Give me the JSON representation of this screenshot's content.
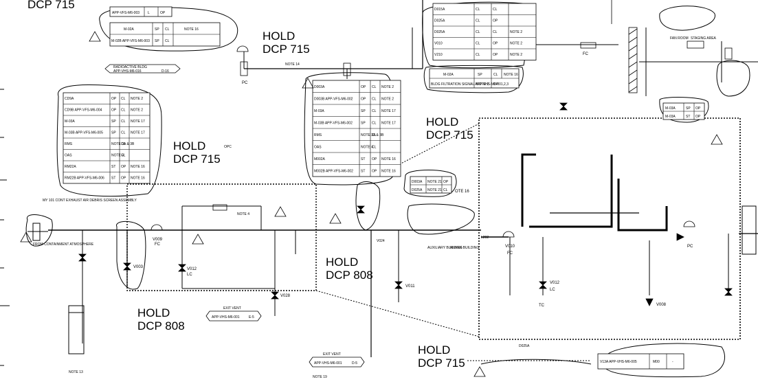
{
  "holds": [
    {
      "id": "h1",
      "line1": "",
      "line2": "DCP 715"
    },
    {
      "id": "h2",
      "line1": "HOLD",
      "line2": "DCP 715"
    },
    {
      "id": "h3",
      "line1": "HOLD",
      "line2": "DCP 715"
    },
    {
      "id": "h4",
      "line1": "HOLD",
      "line2": "DCP 715"
    },
    {
      "id": "h5",
      "line1": "HOLD",
      "line2": "DCP 808"
    },
    {
      "id": "h6",
      "line1": "HOLD",
      "line2": "DCP 808"
    },
    {
      "id": "h7",
      "line1": "HOLD",
      "line2": "DCP 715"
    }
  ],
  "tables": {
    "t_top_small": {
      "rows": [
        [
          "APP-VFS-M6-003",
          "L",
          "OP"
        ]
      ]
    },
    "t_top_left": {
      "rows": [
        [
          "M-02A",
          "SP",
          "CL",
          "NOTE 16"
        ],
        [
          "M-02B APP-VFS-M6-003",
          "SP",
          "CL",
          ""
        ]
      ]
    },
    "t_left": {
      "rows": [
        [
          "CD9A",
          "OP",
          "CL",
          "NOTE 2"
        ],
        [
          "CD9B APP-VFS-M6-004",
          "OP",
          "CL",
          "NOTE 2"
        ],
        [
          "M-03A",
          "SP",
          "CL",
          "NOTE 17"
        ],
        [
          "M-03B APP-VFS-M6-005",
          "SP",
          "CL",
          "NOTE 17"
        ],
        [
          "RMS",
          "NOTE 3A & 3B",
          "CL",
          ""
        ],
        [
          "OAS",
          "NOTE 4",
          "CL",
          ""
        ],
        [
          "RM22A",
          "ST",
          "OP",
          "NOTE 16"
        ],
        [
          "RM22B APP-VFS-M6-006",
          "ST",
          "OP",
          "NOTE 16"
        ]
      ]
    },
    "t_center": {
      "rows": [
        [
          "D003A",
          "OP",
          "CL",
          "NOTE 2"
        ],
        [
          "D003B APP-VFS-M6-002",
          "OP",
          "CL",
          "NOTE 2"
        ],
        [
          "M-03A",
          "SP",
          "CL",
          "NOTE 17"
        ],
        [
          "M-03B APP-VFS-M6-002",
          "SP",
          "CL",
          "NOTE 17"
        ],
        [
          "RMS",
          "NOTE 3A & 3B",
          "CL",
          ""
        ],
        [
          "OAS",
          "NOTE 4",
          "CL",
          ""
        ],
        [
          "M002A",
          "ST",
          "OP",
          "NOTE 16"
        ],
        [
          "M002B APP-VFS-M6-002",
          "ST",
          "OP",
          "NOTE 16"
        ]
      ]
    },
    "t_top_right": {
      "rows": [
        [
          "D015A",
          "CL",
          "CL",
          ""
        ],
        [
          "D025A",
          "CL",
          "OP",
          ""
        ],
        [
          "D025A",
          "CL",
          "CL",
          "NOTE 2"
        ],
        [
          "V010",
          "CL",
          "OP",
          "NOTE 2"
        ],
        [
          "V210",
          "CL",
          "OP",
          "NOTE 2"
        ]
      ]
    },
    "t_top_right2": {
      "rows": [
        [
          "M-02A",
          "SP",
          "CL",
          "NOTE 16"
        ],
        [
          "BLDG FILTRATION SIGNAL APP-VHS-M6-001,2,3",
          "NOTE 2",
          "OP",
          ""
        ]
      ]
    },
    "t_mid_right": {
      "rows": [
        [
          "D003A",
          "NOTE 21",
          "OP"
        ],
        [
          "D025A",
          "NOTE 21",
          "CL"
        ]
      ]
    },
    "t_far_right": {
      "rows": [
        [
          "M-03A",
          "SP",
          "OP"
        ],
        [
          "M-03A",
          "ST",
          "OP"
        ]
      ]
    },
    "t_bottom_right": {
      "rows": [
        [
          "V13A APP-VHS-M6-005",
          "M00",
          "-"
        ]
      ]
    }
  },
  "labels": {
    "lab_exhaust": "MY 101 CONT EXHAUST AIR DEBRIS SCREEN ASSEMBLY",
    "lab_from_cont": "FROM CONTAINMENT ATMOSPHERE",
    "lab_aux": "AUXILIARY BUILDING",
    "lab_annex": "ANNEX BUILDING",
    "lab_fan": "FAN ROOM",
    "lab_staging": "STAGING AREA",
    "lab_exit_vent": "EXIT VENT",
    "lab_exit_vent_ref": "APP-VHS-M6-001",
    "lab_exit_vent_ref2": "E-5",
    "lab_exit_vent2": "EXIT VENT",
    "lab_exit_vent2_ref": "APP-VHS-M6-001",
    "lab_exit_vent2_ref2": "D-5",
    "lab_bldg": "RADIOACTIVE BLDG",
    "lab_bldg_ref": "APP-VHS-M6-016",
    "lab_bldg_ref2": "D-16",
    "lab_v003": "V003",
    "lab_v012": "V012",
    "lab_v012b": "V012",
    "lab_v011": "V011",
    "lab_v008": "V008",
    "lab_v028": "V028",
    "lab_v009": "V009",
    "lab_v010": "V010",
    "lab_fc": "FC",
    "lab_lc": "LC",
    "lab_tc": "TC",
    "lab_pc": "PC",
    "lab_note14": "NOTE 14",
    "lab_note13": "NOTE 13",
    "lab_note4": "NOTE 4",
    "lab_note19": "NOTE 19",
    "lab_l202": "L202",
    "lab_v024": "V024",
    "lab_d025a": "D025A",
    "lab_opc": "OPC",
    "lab_cote": "OTE 16"
  }
}
